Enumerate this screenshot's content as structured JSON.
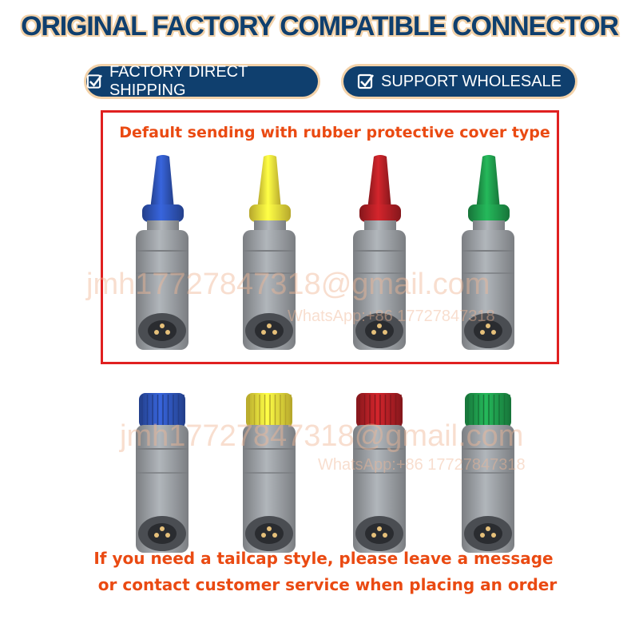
{
  "header": {
    "title": "ORIGINAL FACTORY COMPATIBLE CONNECTOR",
    "badges": [
      {
        "label": "FACTORY DIRECT SHIPPING",
        "icon": "checkbox-icon"
      },
      {
        "label": "SUPPORT WHOLESALE",
        "icon": "checkbox-icon"
      }
    ]
  },
  "section_top": {
    "caption": "Default sending with rubber protective cover type",
    "connectors": [
      {
        "color_name": "blue",
        "color": "#2f54b8"
      },
      {
        "color_name": "yellow",
        "color": "#f2de3a"
      },
      {
        "color_name": "red",
        "color": "#b11f25"
      },
      {
        "color_name": "green",
        "color": "#1f9a4c"
      }
    ]
  },
  "section_bottom": {
    "connectors": [
      {
        "color_name": "blue",
        "color": "#2f54b8"
      },
      {
        "color_name": "yellow",
        "color": "#f2de3a"
      },
      {
        "color_name": "red",
        "color": "#b11f25"
      },
      {
        "color_name": "green",
        "color": "#1f9a4c"
      }
    ]
  },
  "footer": {
    "line1": "If you need a tailcap style, please leave a message",
    "line2": "or contact customer service when placing an order"
  },
  "watermarks": {
    "email": "jmh17727847318@gmail.com",
    "whatsapp": "WhatsApp:+86 17727847318"
  },
  "colors": {
    "navy": "#0f3f6e",
    "accent_red": "#ea4a12",
    "frame_red": "#e02020",
    "connector_gray": "#9a9ea3"
  }
}
